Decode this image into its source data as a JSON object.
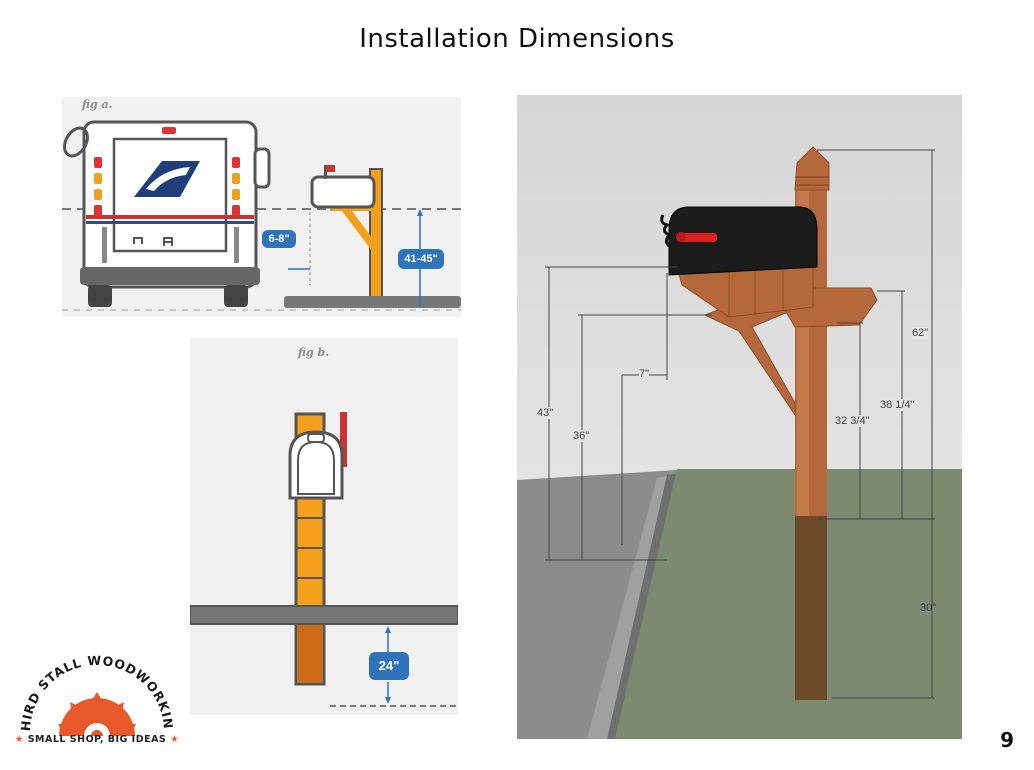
{
  "title": "Installation Dimensions",
  "page_number": "9",
  "fig_a": {
    "caption": "fig a.",
    "offset_badge": "6-8\"",
    "height_badge": "41-45\""
  },
  "fig_b": {
    "caption": "fig b.",
    "depth_badge": "24\""
  },
  "render": {
    "dims": {
      "d_62": "62\"",
      "d_43": "43\"",
      "d_36": "36\"",
      "d_7": "7\"",
      "d_38_14": "38 1/4\"",
      "d_32_34": "32 3/4\"",
      "d_30": "30\""
    }
  },
  "logo": {
    "brand": "THIRD STALL WOODWORKING",
    "tagline": "SMALL SHOP, BIG IDEAS"
  },
  "colors": {
    "post_orange": "#f5a01c",
    "badge_blue": "#2f74b8",
    "wood": "#b5683b",
    "mailbox_black": "#1c1c1c",
    "logo_orange": "#e8582a"
  }
}
